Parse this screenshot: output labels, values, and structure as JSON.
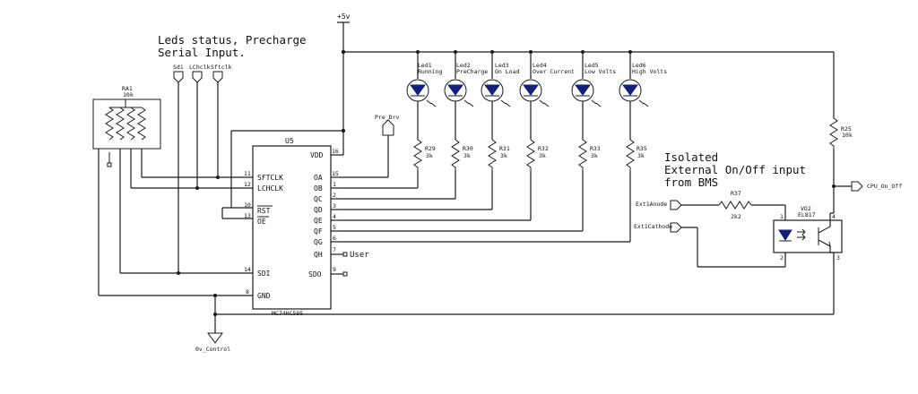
{
  "notes": {
    "leds_heading_line1": "Leds status, Precharge",
    "leds_heading_line2": "Serial Input.",
    "isolated_line1": "Isolated",
    "isolated_line2": "External On/Off input",
    "isolated_line3": "from BMS"
  },
  "power": {
    "vcc_label": "+5v",
    "ground_label": "0v_Control"
  },
  "inputs": {
    "sdi": "Sdi",
    "lchclk": "LChclk",
    "sftclk": "Sftclk",
    "pre_drv": "Pre_Drv",
    "ext_anode": "Ext1Anode",
    "ext_cathode": "Ext1Cathode",
    "cpu_on_off": "CPU_On_Off"
  },
  "resistor_array": {
    "ref": "RA1",
    "value": "10k"
  },
  "chip": {
    "ref": "U5",
    "part": "MC74HC595",
    "left_pins": [
      {
        "num": "11",
        "name": "SFTCLK"
      },
      {
        "num": "12",
        "name": "LCHCLK"
      },
      {
        "num": "10",
        "name": "RST"
      },
      {
        "num": "13",
        "name": "OE"
      },
      {
        "num": "14",
        "name": "SDI"
      },
      {
        "num": "8",
        "name": "GND"
      }
    ],
    "right_pins": [
      {
        "num": "16",
        "name": "VDD"
      },
      {
        "num": "15",
        "name": "OA"
      },
      {
        "num": "1",
        "name": "OB"
      },
      {
        "num": "2",
        "name": "QC"
      },
      {
        "num": "3",
        "name": "QD"
      },
      {
        "num": "4",
        "name": "QE"
      },
      {
        "num": "5",
        "name": "QF"
      },
      {
        "num": "6",
        "name": "QG"
      },
      {
        "num": "7",
        "name": "QH"
      },
      {
        "num": "9",
        "name": "SDO"
      }
    ],
    "qh_net": "User"
  },
  "leds": [
    {
      "ref": "Led1",
      "label": "Running",
      "res_ref": "R29",
      "res_val": "3k"
    },
    {
      "ref": "Led2",
      "label": "PreCharge",
      "res_ref": "R30",
      "res_val": "3k"
    },
    {
      "ref": "Led3",
      "label": "On Load",
      "res_ref": "R31",
      "res_val": "3k"
    },
    {
      "ref": "Led4",
      "label": "Over Current",
      "res_ref": "R32",
      "res_val": "3k"
    },
    {
      "ref": "Led5",
      "label": "Low Volts",
      "res_ref": "R33",
      "res_val": "3k"
    },
    {
      "ref": "Led6",
      "label": "High Volts",
      "res_ref": "R35",
      "res_val": "3k"
    }
  ],
  "r25": {
    "ref": "R25",
    "value": "10k"
  },
  "r37": {
    "ref": "R37",
    "value": "2k2"
  },
  "optocoupler": {
    "ref": "VO2",
    "part": "EL817"
  }
}
